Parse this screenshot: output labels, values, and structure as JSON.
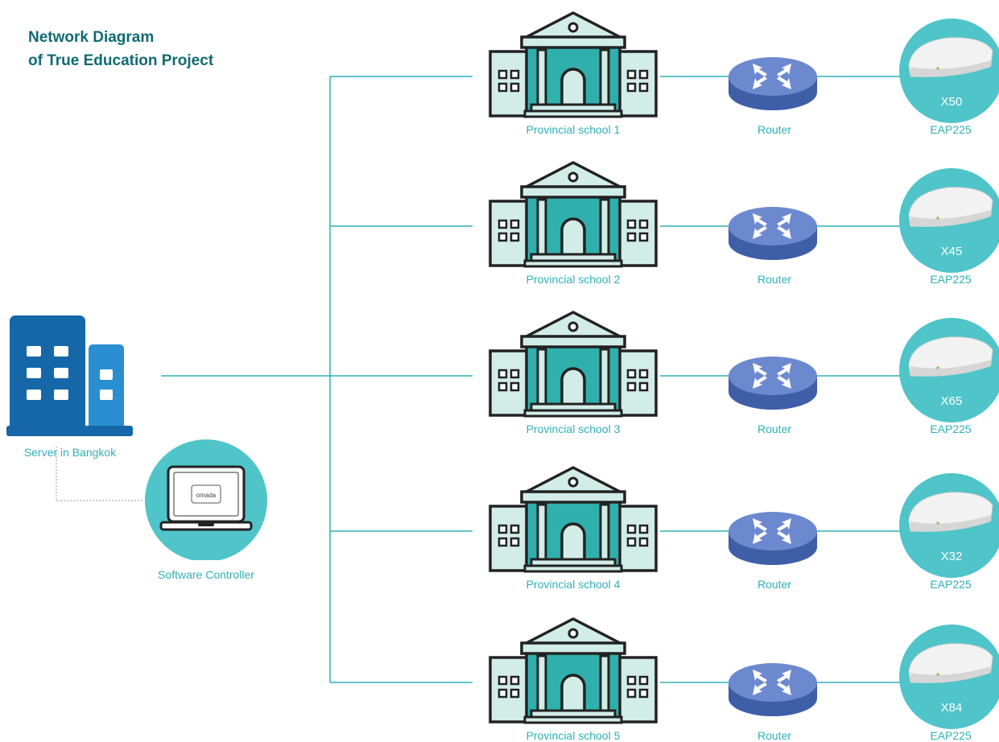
{
  "title": {
    "line1": "Network Diagram",
    "line2": "of True Education Project"
  },
  "colors": {
    "teal": "#2fb0b8",
    "title": "#0f6b73",
    "server_dark": "#1567a8",
    "server_light": "#2a8fd0",
    "router": "#5c79c2",
    "circle": "#4fc4c9"
  },
  "server": {
    "label": "Server in Bangkok",
    "icon": "office-building-icon"
  },
  "controller": {
    "label": "Software Controller",
    "logo_text": "omada",
    "icon": "laptop-icon"
  },
  "branches": [
    {
      "school": "Provincial school 1",
      "router": "Router",
      "ap_model": "EAP225",
      "ap_count": "X50"
    },
    {
      "school": "Provincial school 2",
      "router": "Router",
      "ap_model": "EAP225",
      "ap_count": "X45"
    },
    {
      "school": "Provincial school 3",
      "router": "Router",
      "ap_model": "EAP225",
      "ap_count": "X65"
    },
    {
      "school": "Provincial school 4",
      "router": "Router",
      "ap_model": "EAP225",
      "ap_count": "X32"
    },
    {
      "school": "Provincial school 5",
      "router": "Router",
      "ap_model": "EAP225",
      "ap_count": "X84"
    }
  ]
}
